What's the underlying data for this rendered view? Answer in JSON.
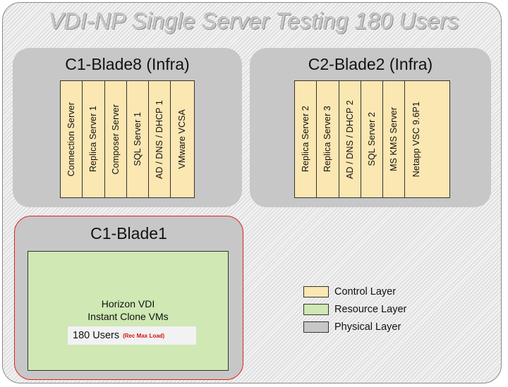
{
  "title": "VDI-NP Single Server Testing 180 Users",
  "colors": {
    "control_layer": "#fbe7b2",
    "resource_layer": "#cfe8b4",
    "physical_layer": "#c7c7c7",
    "highlight_border": "#e02020"
  },
  "blades": [
    {
      "name": "C1-Blade8 (Infra)",
      "vms": [
        "Connection Server",
        "Replica Server 1",
        "Composer Server",
        "SQL Server 1",
        "AD / DNS / DHCP 1",
        "VMware VCSA"
      ]
    },
    {
      "name": "C2-Blade2 (Infra)",
      "vms": [
        "Replica Server 2",
        "Replica Server 3",
        "AD / DNS / DHCP 2",
        "SQL Server 2",
        "MS KMS Server",
        "Netapp VSC 9.6P1"
      ]
    }
  ],
  "resource_blade": {
    "name": "C1-Blade1",
    "line1": "Horizon VDI",
    "line2": "Instant Clone VMs",
    "users": "180 Users",
    "users_note": "(Rec Max Load)"
  },
  "legend": [
    {
      "label": "Control Layer",
      "color": "#fbe7b2"
    },
    {
      "label": "Resource Layer",
      "color": "#cfe8b4"
    },
    {
      "label": "Physical Layer",
      "color": "#c7c7c7"
    }
  ]
}
